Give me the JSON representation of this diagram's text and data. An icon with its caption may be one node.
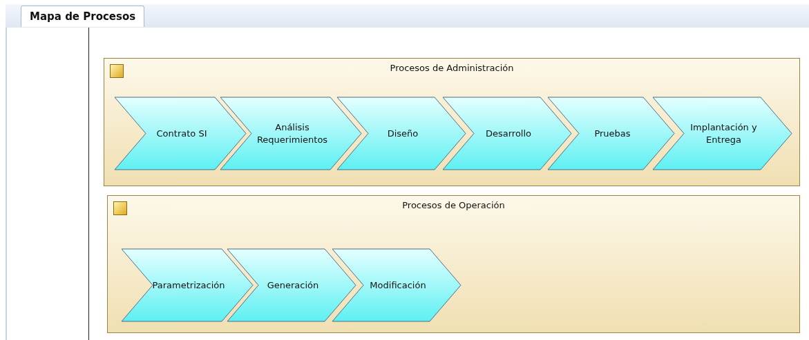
{
  "diagram": {
    "title": "Mapa de Procesos",
    "nodes": [
      {
        "text": [
          "Procesos de Administración"
        ]
      },
      {
        "text": [
          "Contrato SI"
        ],
        "in": 0
      },
      {
        "text": [
          "Análisis Requerimientos"
        ],
        "in": 0
      },
      {
        "text": [
          "Diseño"
        ],
        "in": 0
      },
      {
        "text": [
          "Desarrollo"
        ],
        "in": 0
      },
      {
        "text": [
          "Pruebas"
        ],
        "in": 0
      },
      {
        "text": [
          "Implantación y Entrega"
        ],
        "in": 0
      },
      {
        "text": [
          "Procesos de Operación"
        ]
      },
      {
        "text": [
          "Parametrización"
        ],
        "in": 7
      },
      {
        "text": [
          "Generación"
        ],
        "in": 7
      },
      {
        "text": [
          "Modificación"
        ],
        "in": 7
      }
    ],
    "edges": []
  }
}
